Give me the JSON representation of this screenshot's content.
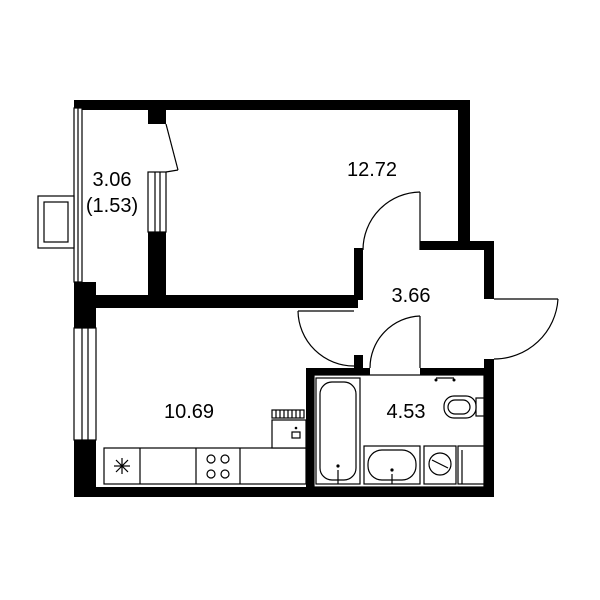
{
  "rooms": {
    "balcony": {
      "area": "3.06",
      "area_reduced": "(1.53)"
    },
    "bedroom": {
      "area": "12.72"
    },
    "hall": {
      "area": "3.66"
    },
    "kitchen_living": {
      "area": "10.69"
    },
    "bathroom": {
      "area": "4.53"
    }
  },
  "colors": {
    "wall": "#000000",
    "background": "#ffffff",
    "line": "#000000"
  },
  "icons": [
    "stove-icon",
    "sink-icon",
    "bathtub-icon",
    "washbasin-icon",
    "toilet-icon",
    "washing-machine-icon",
    "radiator-icon"
  ]
}
